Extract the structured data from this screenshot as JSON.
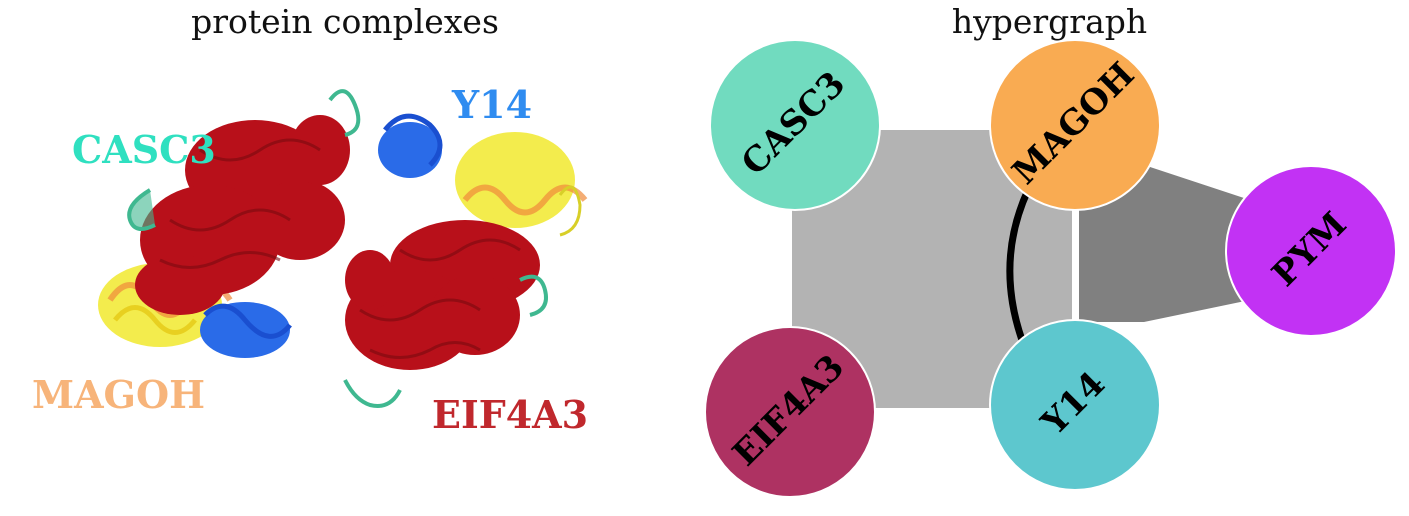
{
  "left": {
    "title": "protein complexes",
    "labels": [
      {
        "id": "casc3",
        "text": "CASC3",
        "color": "#2fe0c0"
      },
      {
        "id": "y14",
        "text": "Y14",
        "color": "#2f8cf0"
      },
      {
        "id": "magoh",
        "text": "MAGOH",
        "color": "#f7b47a"
      },
      {
        "id": "eif4a3",
        "text": "EIF4A3",
        "color": "#c0282d"
      }
    ]
  },
  "right": {
    "title": "hypergraph",
    "nodes": [
      {
        "id": "casc3",
        "label": "CASC3",
        "color": "#71dbbf"
      },
      {
        "id": "magoh",
        "label": "MAGOH",
        "color": "#f9ab52"
      },
      {
        "id": "pym",
        "label": "PYM",
        "color": "#c232f4"
      },
      {
        "id": "eif4a3",
        "label": "EIF4A3",
        "color": "#ae3262"
      },
      {
        "id": "y14",
        "label": "Y14",
        "color": "#5dc7ce"
      }
    ],
    "hyperedges": [
      {
        "id": "edge-casc3-magoh-eif4a3-y14",
        "members": [
          "CASC3",
          "MAGOH",
          "EIF4A3",
          "Y14"
        ],
        "color": "#b3b3b3"
      },
      {
        "id": "edge-magoh-pym-y14",
        "members": [
          "MAGOH",
          "PYM",
          "Y14"
        ],
        "color": "#808080"
      }
    ],
    "edges": [
      {
        "id": "edge-magoh-y14",
        "source": "MAGOH",
        "target": "Y14",
        "color": "#000000"
      }
    ]
  }
}
